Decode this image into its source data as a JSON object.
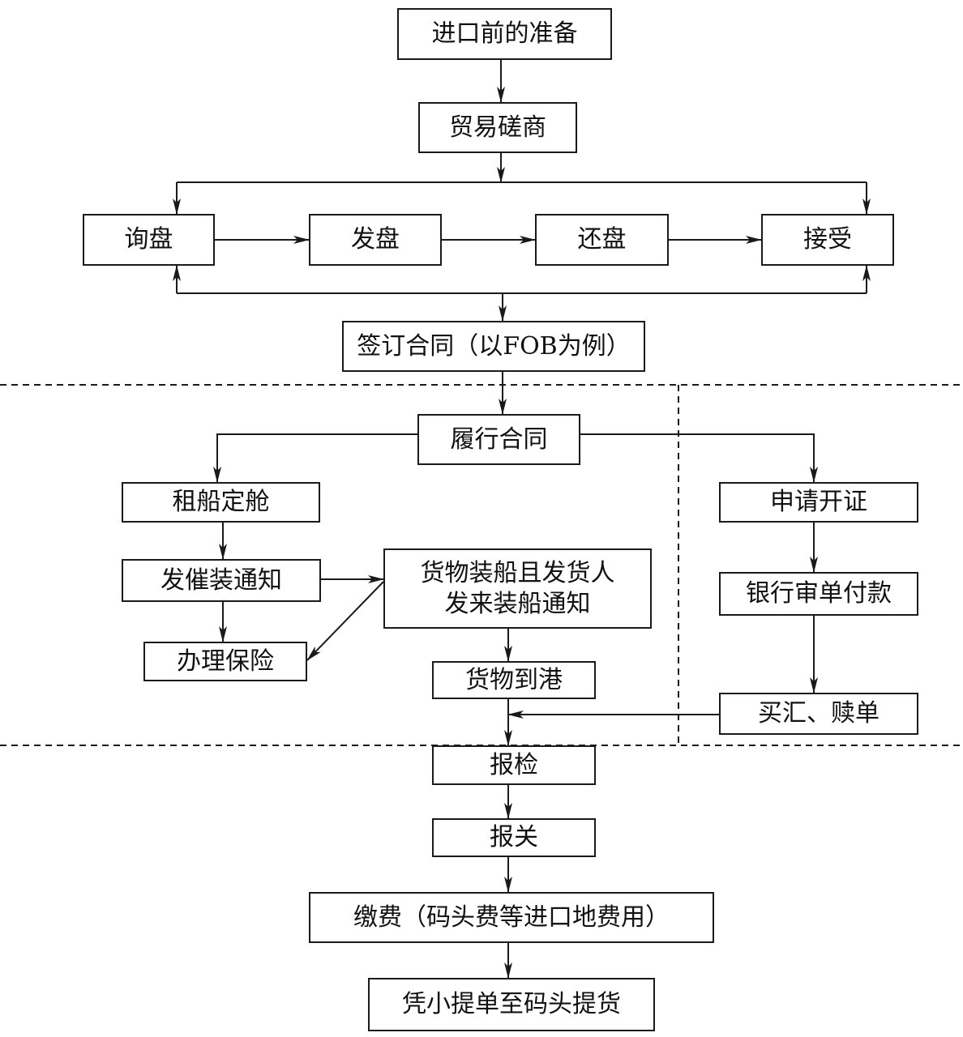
{
  "nodes": {
    "prepare": "进口前的准备",
    "negotiate": "贸易磋商",
    "inquiry": "询盘",
    "offer": "发盘",
    "counter_offer": "还盘",
    "accept": "接受",
    "sign_contract": "签订合同（以FOB为例）",
    "perform_contract": "履行合同",
    "charter_ship": "租船定舱",
    "urge_shipment": "发催装通知",
    "insurance": "办理保险",
    "shipped_notice": "货物装船且发货人\n发来装船通知",
    "arrival": "货物到港",
    "apply_lc": "申请开证",
    "bank_review": "银行审单付款",
    "redeem_docs": "买汇、赎单",
    "inspection": "报检",
    "customs": "报关",
    "fees": "缴费（码头费等进口地费用）",
    "pickup": "凭小提单至码头提货"
  },
  "colors": {
    "stroke": "#1a1a1a",
    "text": "#111111",
    "background": "#ffffff"
  }
}
